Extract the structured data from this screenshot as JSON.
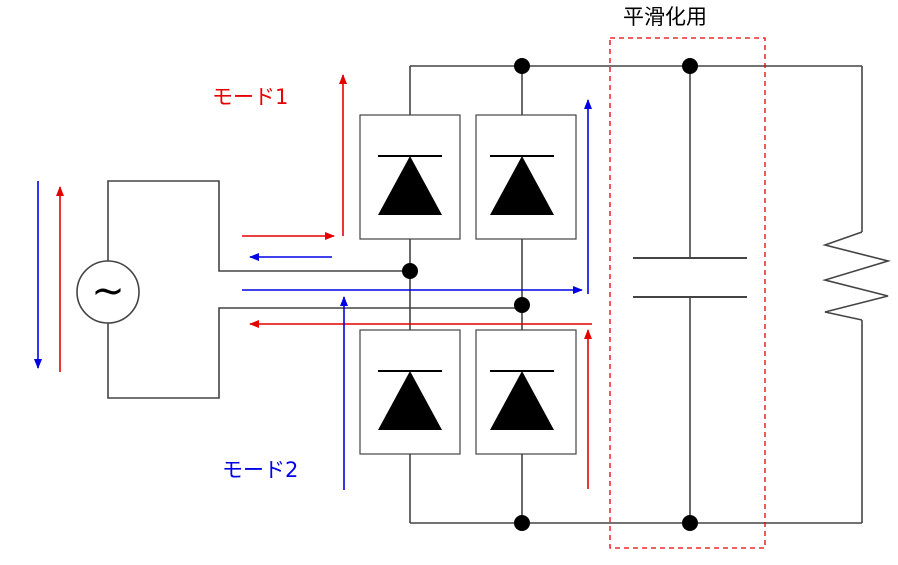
{
  "labels": {
    "smoothing": "平滑化用",
    "mode1": "モード1",
    "mode2": "モード2",
    "ac_symbol": "~"
  },
  "colors": {
    "mode1": "#e60000",
    "mode2": "#0000e6",
    "wire": "#444444",
    "box_border": "#e60000"
  },
  "components": {
    "source": "ac-source",
    "diodes": [
      "diode-top-left",
      "diode-top-right",
      "diode-bottom-left",
      "diode-bottom-right"
    ],
    "capacitor": "smoothing-capacitor",
    "load": "load-resistor"
  }
}
